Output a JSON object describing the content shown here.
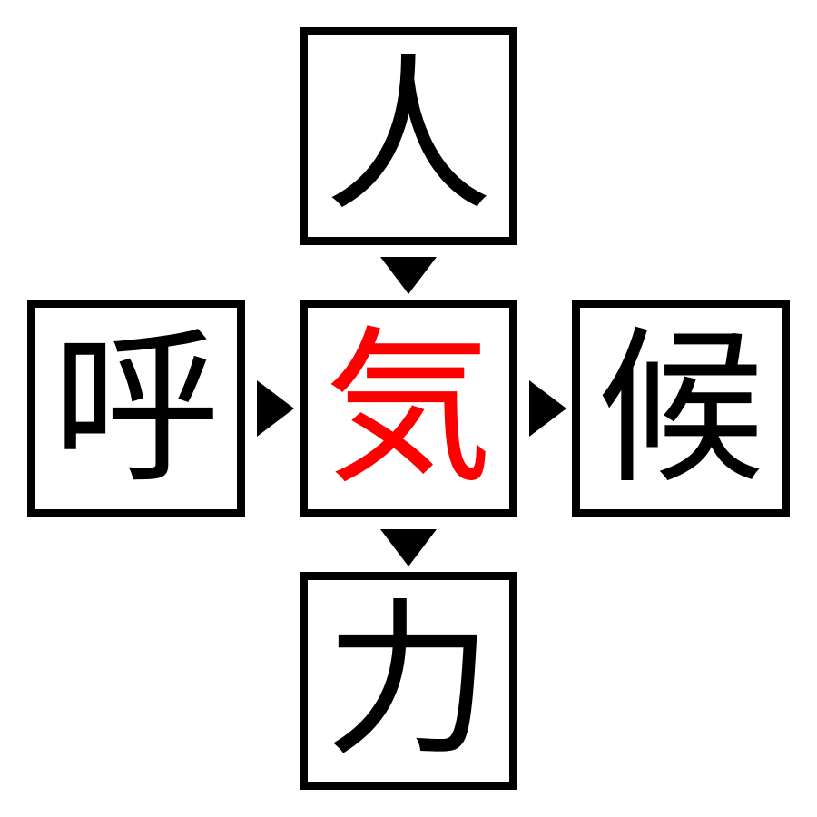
{
  "puzzle": {
    "top": "人",
    "left": "呼",
    "center": "気",
    "right": "候",
    "bottom": "力"
  },
  "colors": {
    "answer": "#ff0000",
    "normal": "#000000"
  }
}
